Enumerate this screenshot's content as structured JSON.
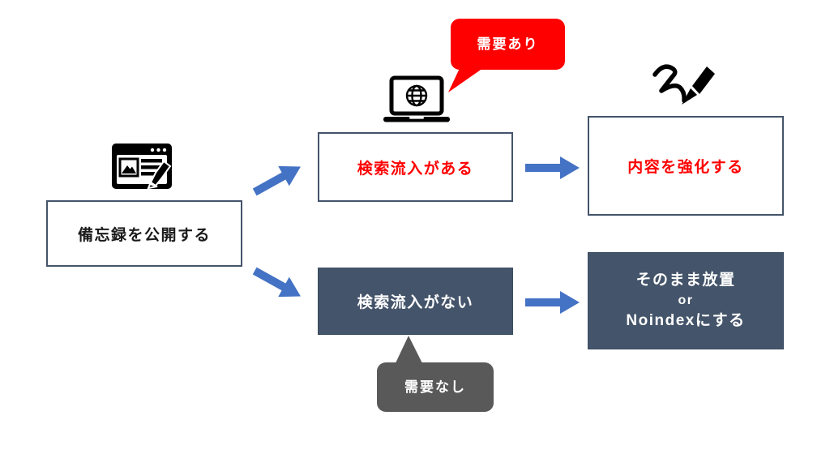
{
  "canvas": {
    "background": "#ffffff"
  },
  "colors": {
    "accent_blue": "#4472C4",
    "dark_slate": "#44546A",
    "alert_red": "#FF0000",
    "callout_gray": "#595959",
    "box_border": "#44546A"
  },
  "icons": {
    "start": "blog-edit-icon",
    "has_traffic": "laptop-globe-icon",
    "strengthen": "marker-pen-icon"
  },
  "nodes": {
    "start": {
      "label": "備忘録を公開する"
    },
    "has_traffic": {
      "label": "検索流入がある"
    },
    "no_traffic": {
      "label": "検索流入がない"
    },
    "strengthen": {
      "label": "内容を強化する"
    },
    "leave": {
      "line1": "そのまま放置",
      "line2": "or",
      "line3": "Noindexにする"
    }
  },
  "callouts": {
    "demand_yes": {
      "label": "需要あり"
    },
    "demand_no": {
      "label": "需要なし"
    }
  },
  "edges": [
    {
      "from": "start",
      "to": "has_traffic"
    },
    {
      "from": "start",
      "to": "no_traffic"
    },
    {
      "from": "has_traffic",
      "to": "strengthen"
    },
    {
      "from": "no_traffic",
      "to": "leave"
    }
  ]
}
